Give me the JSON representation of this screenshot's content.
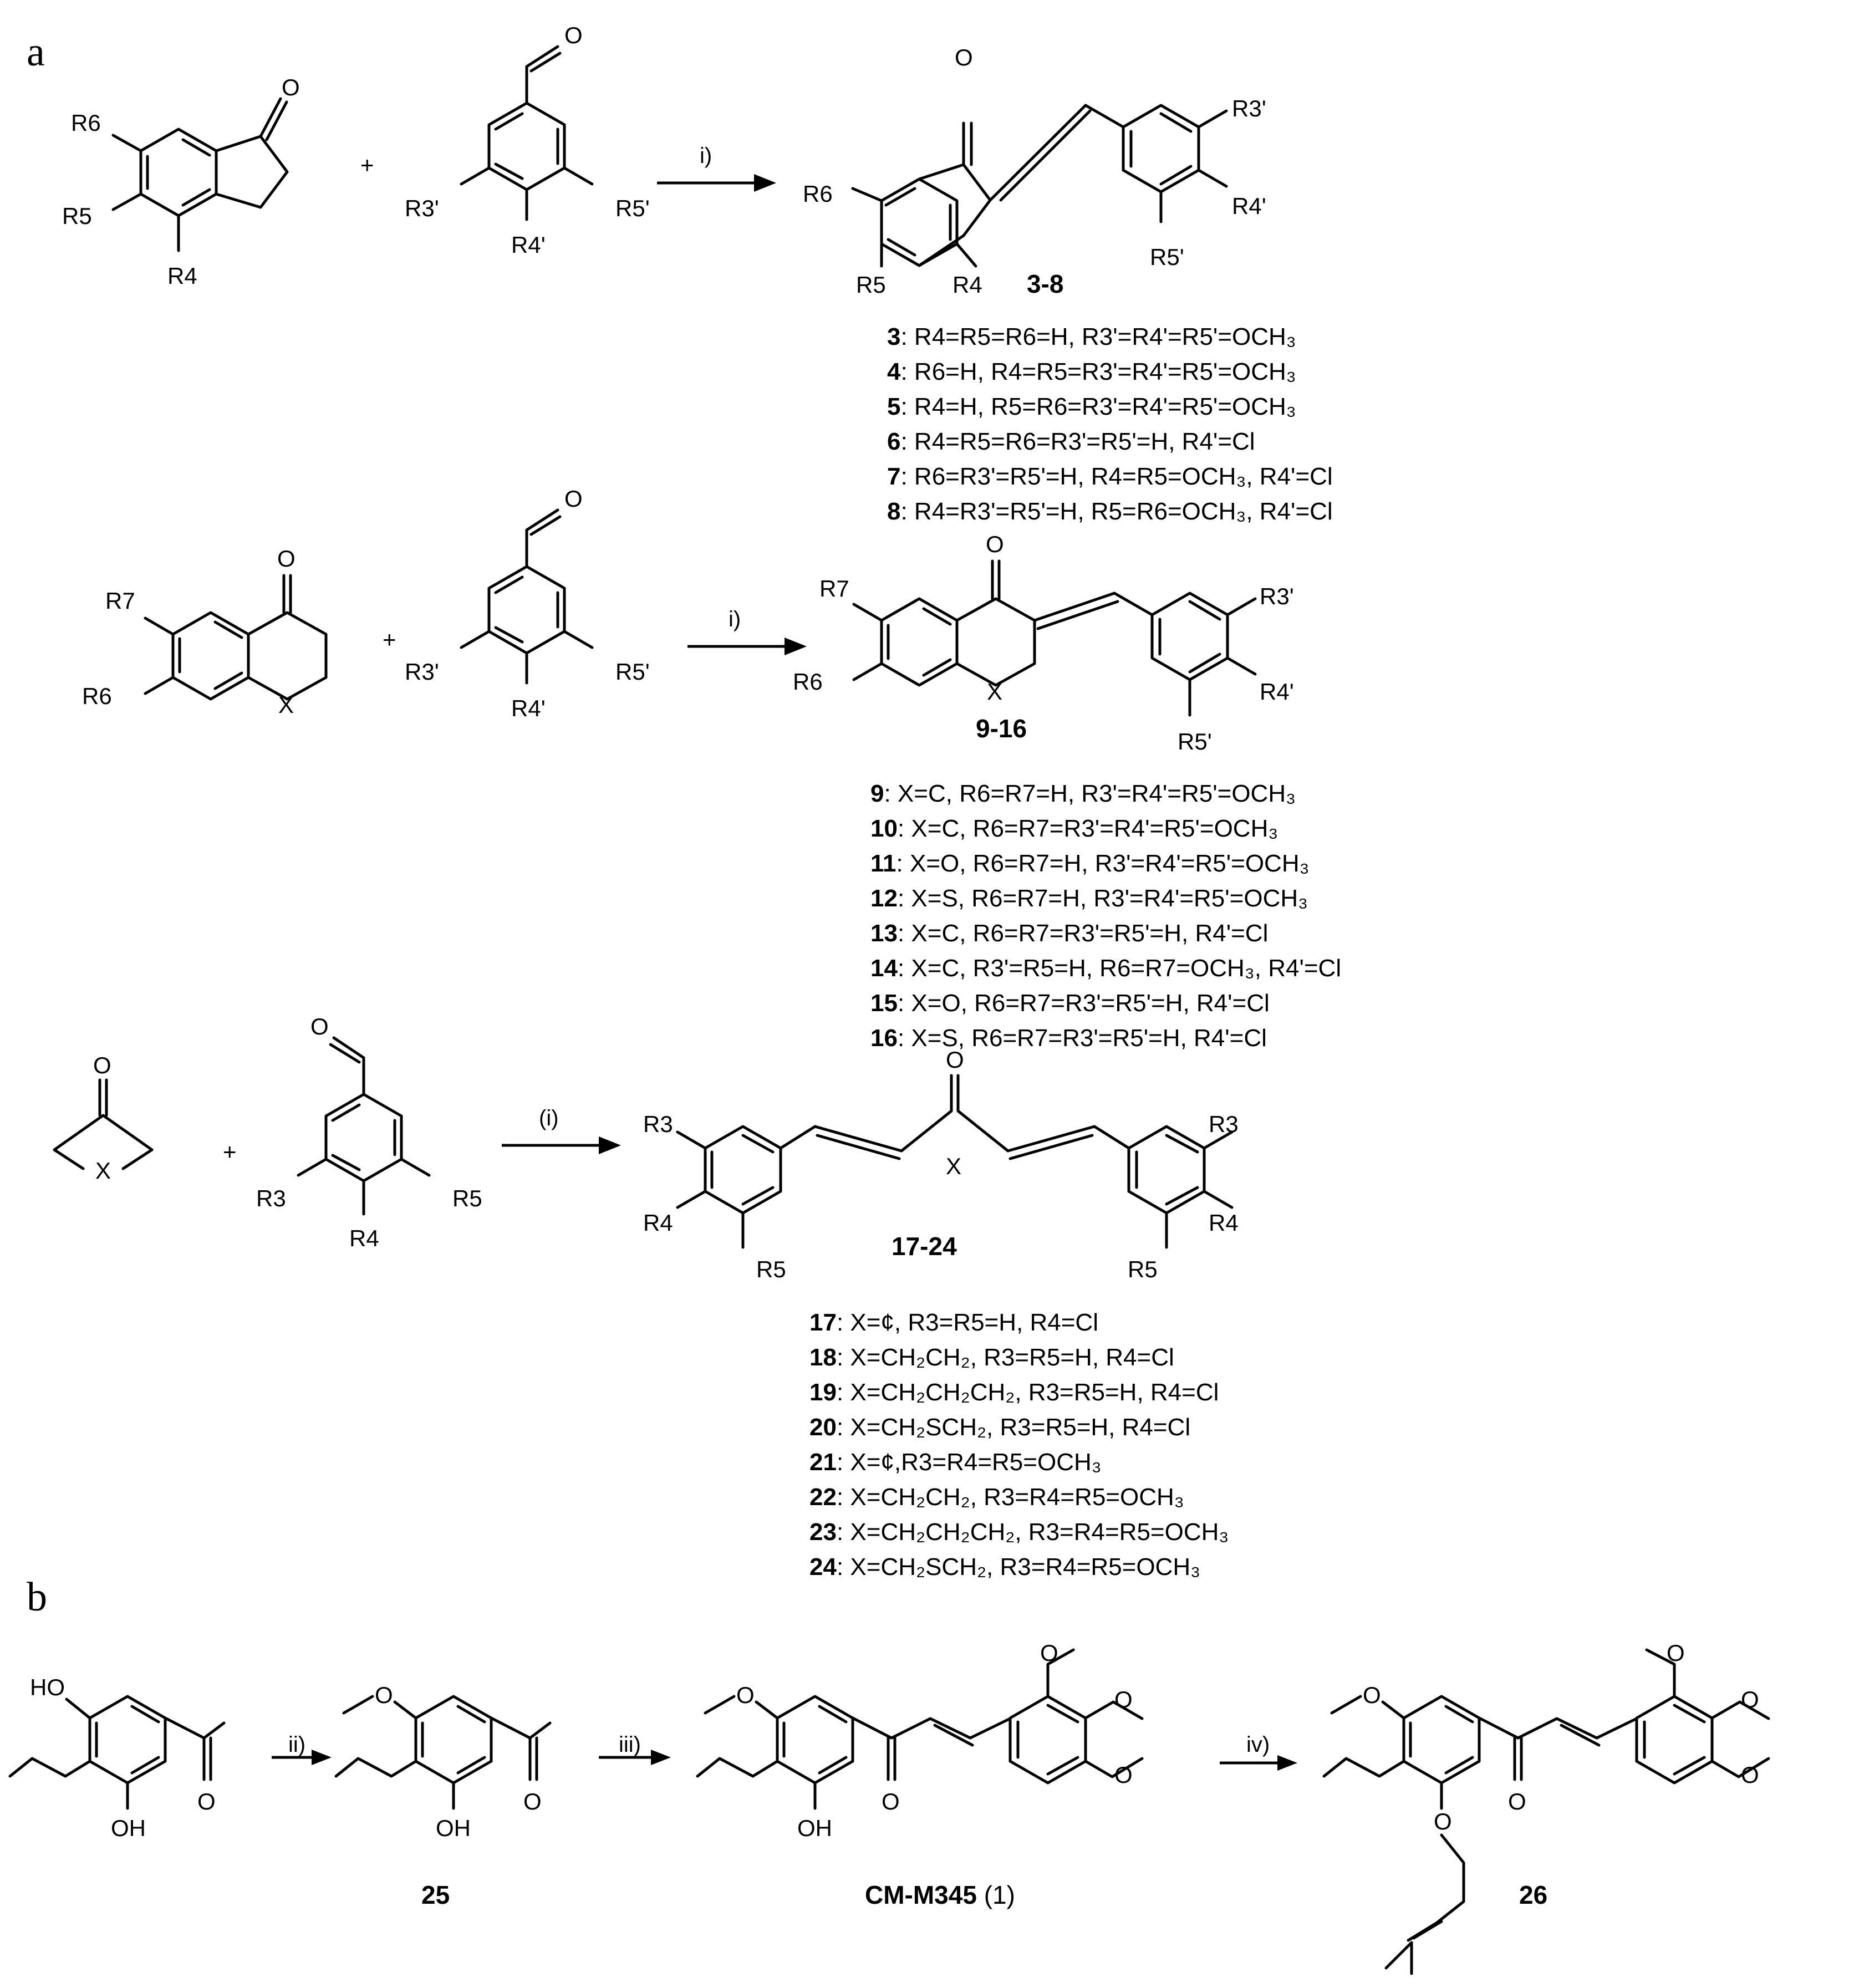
{
  "panels": {
    "a": "a",
    "b": "b"
  },
  "atoms": {
    "O": "O",
    "X": "X",
    "OH": "OH",
    "HO": "HO",
    "R3": "R3",
    "R4": "R4",
    "R5": "R5",
    "R6": "R6",
    "R7": "R7",
    "R3p": "R3'",
    "R4p": "R4'",
    "R5p": "R5'"
  },
  "conditions": {
    "i": "i)",
    "i_paren": "(i)",
    "ii": "ii)",
    "iii": "iii)",
    "iv": "iv)"
  },
  "compounds": {
    "c3_8": "3-8",
    "c9_16": "9-16",
    "c17_24": "17-24",
    "c25": "25",
    "cm_bold": "CM-M345",
    "cm_rest": " (1)",
    "c26": "26"
  },
  "series_a1": [
    {
      "num": "3",
      "text": ": R4=R5=R6=H, R3'=R4'=R5'=OCH₃"
    },
    {
      "num": "4",
      "text": ": R6=H, R4=R5=R3'=R4'=R5'=OCH₃"
    },
    {
      "num": "5",
      "text": ": R4=H, R5=R6=R3'=R4'=R5'=OCH₃"
    },
    {
      "num": "6",
      "text": ": R4=R5=R6=R3'=R5'=H, R4'=Cl"
    },
    {
      "num": "7",
      "text": ": R6=R3'=R5'=H, R4=R5=OCH₃, R4'=Cl"
    },
    {
      "num": "8",
      "text": ": R4=R3'=R5'=H, R5=R6=OCH₃, R4'=Cl"
    }
  ],
  "series_a2": [
    {
      "num": "9",
      "text": ": X=C, R6=R7=H, R3'=R4'=R5'=OCH₃"
    },
    {
      "num": "10",
      "text": ": X=C, R6=R7=R3'=R4'=R5'=OCH₃"
    },
    {
      "num": "11",
      "text": ": X=O, R6=R7=H, R3'=R4'=R5'=OCH₃"
    },
    {
      "num": "12",
      "text": ": X=S, R6=R7=H, R3'=R4'=R5'=OCH₃"
    },
    {
      "num": "13",
      "text": ": X=C, R6=R7=R3'=R5'=H, R4'=Cl"
    },
    {
      "num": "14",
      "text": ": X=C, R3'=R5=H, R6=R7=OCH₃, R4'=Cl"
    },
    {
      "num": "15",
      "text": ": X=O, R6=R7=R3'=R5'=H, R4'=Cl"
    },
    {
      "num": "16",
      "text": ": X=S, R6=R7=R3'=R5'=H, R4'=Cl"
    }
  ],
  "series_a3": [
    {
      "num": "17",
      "text": ": X=¢, R3=R5=H, R4=Cl"
    },
    {
      "num": "18",
      "text": ":  X=CH₂CH₂, R3=R5=H, R4=Cl"
    },
    {
      "num": "19",
      "text": ":  X=CH₂CH₂CH₂, R3=R5=H, R4=Cl"
    },
    {
      "num": "20",
      "text": ":  X=CH₂SCH₂, R3=R5=H, R4=Cl"
    },
    {
      "num": "21",
      "text": ": X=¢,R3=R4=R5=OCH₃"
    },
    {
      "num": "22",
      "text": ":  X=CH₂CH₂, R3=R4=R5=OCH₃"
    },
    {
      "num": "23",
      "text": ":  X=CH₂CH₂CH₂, R3=R4=R5=OCH₃"
    },
    {
      "num": "24",
      "text": ":  X=CH₂SCH₂, R3=R4=R5=OCH₃"
    }
  ]
}
